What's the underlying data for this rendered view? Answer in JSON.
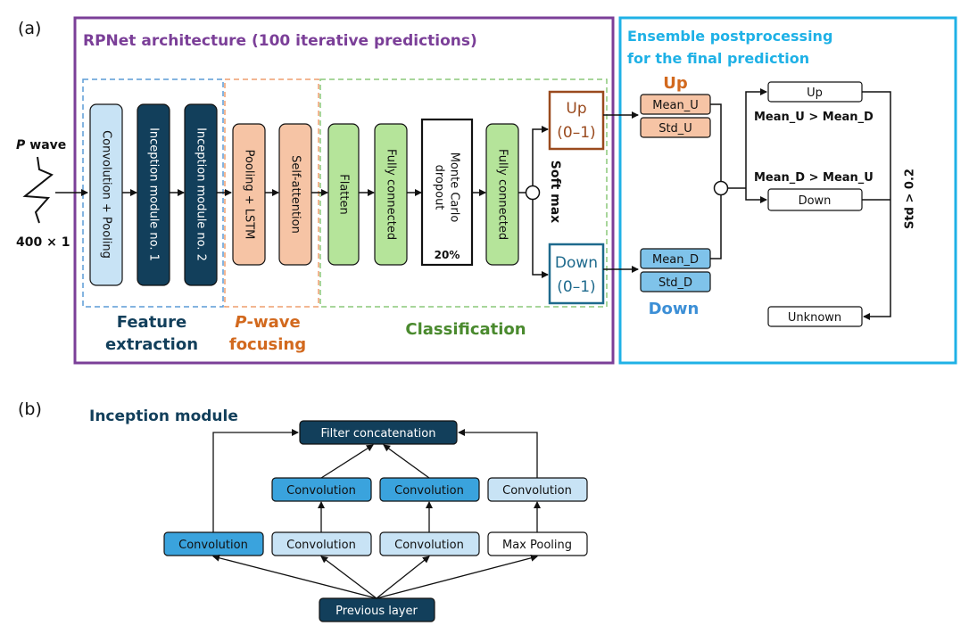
{
  "panel_a": {
    "label": "(a)",
    "rpnet_title": "RPNet architecture (100 iterative predictions)",
    "ensemble_title_line1": "Ensemble postprocessing",
    "ensemble_title_line2": "for the final prediction",
    "input": {
      "p": "P",
      "wave": "wave",
      "shape": "400 × 1"
    },
    "feature": {
      "blocks": [
        "Convolution + Pooling",
        "Inception module no. 1",
        "Inception module no. 2"
      ],
      "label_line1": "Feature",
      "label_line2": "extraction"
    },
    "focusing": {
      "blocks": [
        "Pooling + LSTM",
        "Self-attention"
      ],
      "label_p": "P",
      "label_rest": "-wave",
      "label_line2": "focusing"
    },
    "classification": {
      "blocks": [
        "Flatten",
        "Fully connected",
        "Fully connected"
      ],
      "dropout_line1": "Monte Carlo",
      "dropout_line2": "dropout",
      "dropout_pct": "20%",
      "label": "Classification"
    },
    "softmax": "Soft max",
    "up_box": {
      "name": "Up",
      "range": "(0–1)"
    },
    "down_box": {
      "name": "Down",
      "range": "(0–1)"
    },
    "ensemble": {
      "up_label": "Up",
      "down_label": "Down",
      "mean_u": "Mean_U",
      "std_u": "Std_U",
      "mean_d": "Mean_D",
      "std_d": "Std_D",
      "cond_up": "Mean_U > Mean_D",
      "cond_down": "Mean_D > Mean_U",
      "cond_std": "Std > 0.2",
      "out_up": "Up",
      "out_down": "Down",
      "out_unknown": "Unknown"
    }
  },
  "panel_b": {
    "label": "(b)",
    "title": "Inception module",
    "filter_concat": "Filter concatenation",
    "conv": "Convolution",
    "max_pool": "Max Pooling",
    "previous": "Previous layer"
  },
  "colors": {
    "purple": "#7b3f98",
    "cyan": "#1fb1e6",
    "navy": "#123f5b",
    "light_blue": "#c8e3f5",
    "mid_blue": "#3aa3dd",
    "salmon": "#f6c4a5",
    "green": "#b5e49a",
    "brown": "#9a4a1e",
    "teal": "#1e6a8d",
    "orange_text": "#d2691e",
    "green_text": "#4a8a2e",
    "blue_text": "#3c8fd6"
  }
}
